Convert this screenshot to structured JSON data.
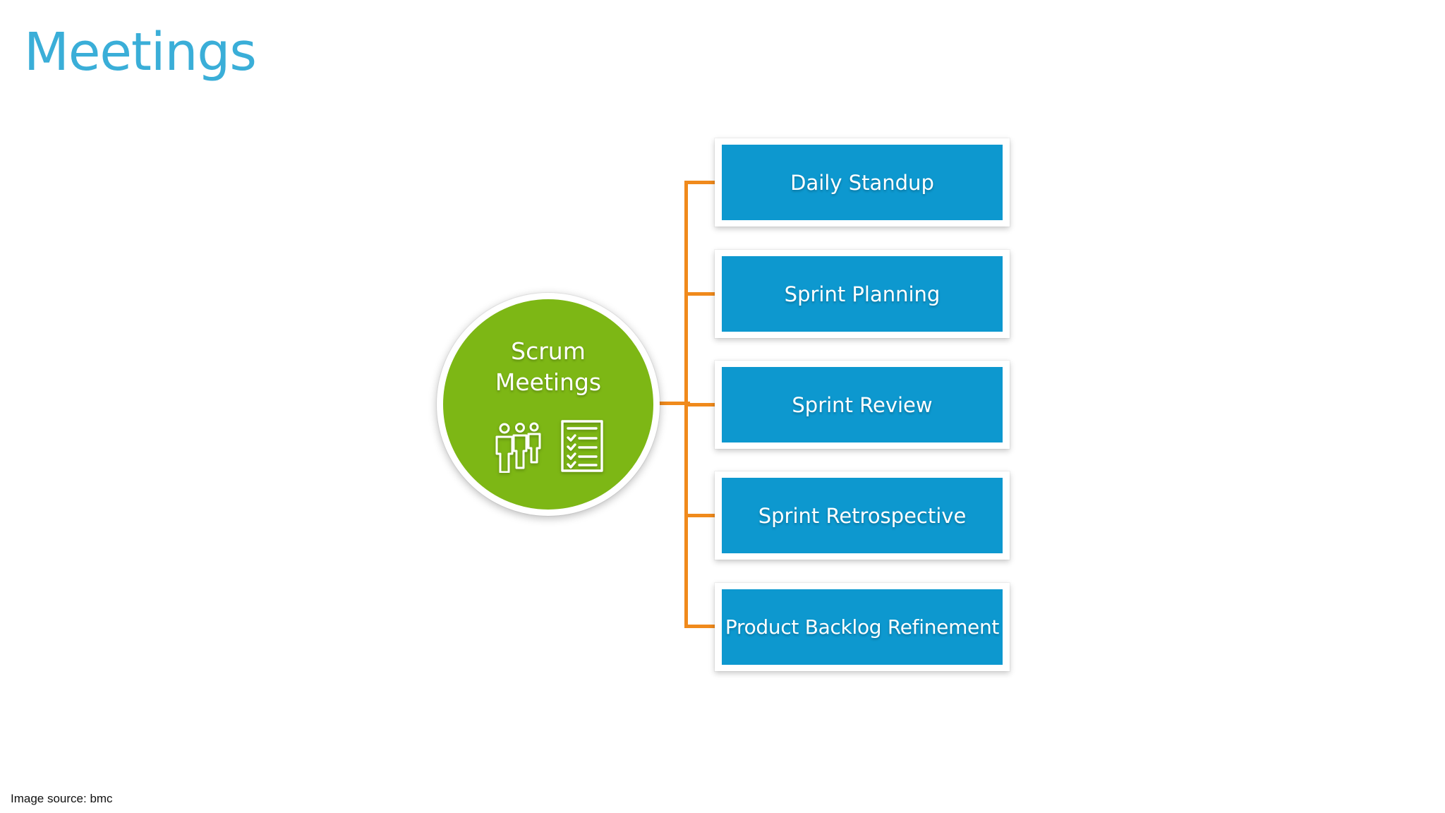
{
  "slide": {
    "title": "Meetings",
    "source_note": "Image source: bmc"
  },
  "hub": {
    "title_line1": "Scrum",
    "title_line2": "Meetings",
    "icons": [
      "team-icon",
      "checklist-icon"
    ],
    "color": "#7db715"
  },
  "meetings": [
    {
      "label": "Daily Standup"
    },
    {
      "label": "Sprint Planning"
    },
    {
      "label": "Sprint Review"
    },
    {
      "label": "Sprint Retrospective"
    },
    {
      "label": "Product Backlog Refinement"
    }
  ],
  "colors": {
    "title": "#3aaed8",
    "box": "#0d98cf",
    "connector": "#f08a1c"
  }
}
